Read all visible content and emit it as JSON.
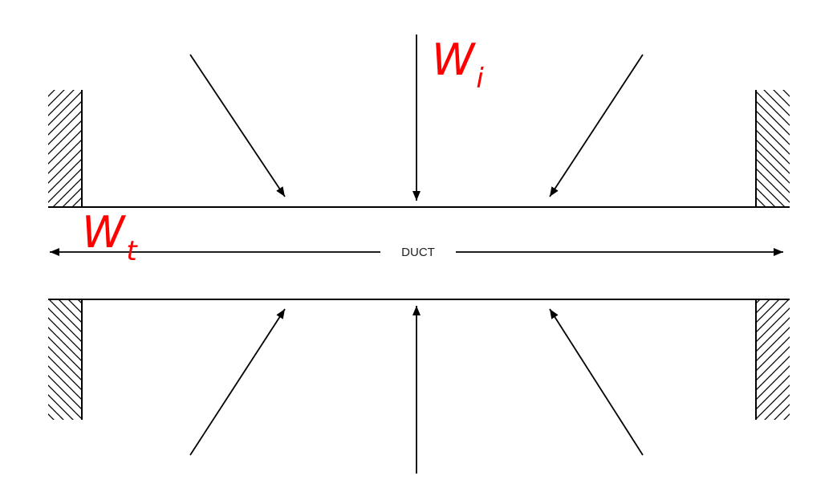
{
  "duct": {
    "label": "DUCT"
  },
  "labels": {
    "incident": {
      "main": "W",
      "subscript": "i"
    },
    "transmitted": {
      "main": "W",
      "subscript": "t"
    }
  },
  "colors": {
    "line": "#000000",
    "symbol": "#ff0000"
  }
}
